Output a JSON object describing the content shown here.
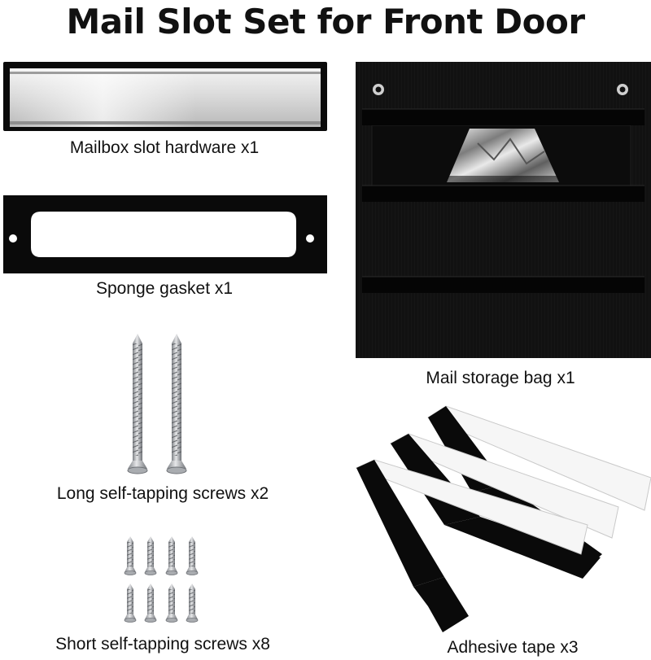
{
  "title": "Mail Slot Set for Front Door",
  "items": {
    "mailbox_slot": {
      "caption": "Mailbox slot hardware x1"
    },
    "sponge_gasket": {
      "caption": "Sponge gasket x1"
    },
    "long_screws": {
      "caption": "Long self-tapping screws x2"
    },
    "short_screws": {
      "caption": "Short self-tapping screws x8"
    },
    "storage_bag": {
      "caption": "Mail storage bag x1"
    },
    "adhesive_tape": {
      "caption": "Adhesive tape x3"
    }
  },
  "colors": {
    "black_part": "#0a0a0a",
    "aluminium": "#d8d8d8",
    "screw_steel": "#a9acb0",
    "tape_white": "#f6f6f6"
  }
}
